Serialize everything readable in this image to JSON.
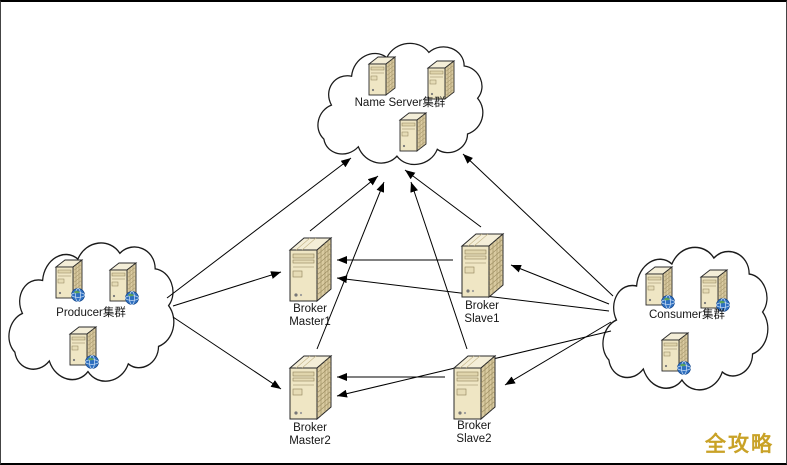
{
  "watermark": "全攻略",
  "clouds": {
    "name_server": {
      "label": "Name Server集群"
    },
    "producer": {
      "label": "Producer集群"
    },
    "consumer": {
      "label": "Consumer集群"
    }
  },
  "brokers": [
    {
      "id": "broker-master1",
      "line1": "Broker",
      "line2": "Master1"
    },
    {
      "id": "broker-slave1",
      "line1": "Broker",
      "line2": "Slave1"
    },
    {
      "id": "broker-master2",
      "line1": "Broker",
      "line2": "Master2"
    },
    {
      "id": "broker-slave2",
      "line1": "Broker",
      "line2": "Slave2"
    }
  ],
  "connections": [
    {
      "from": "producer-cluster",
      "to": "name-server-cluster"
    },
    {
      "from": "producer-cluster",
      "to": "broker-master1"
    },
    {
      "from": "producer-cluster",
      "to": "broker-master2"
    },
    {
      "from": "broker-master1",
      "to": "name-server-cluster"
    },
    {
      "from": "broker-slave1",
      "to": "name-server-cluster"
    },
    {
      "from": "broker-master2",
      "to": "name-server-cluster"
    },
    {
      "from": "broker-slave2",
      "to": "name-server-cluster"
    },
    {
      "from": "consumer-cluster",
      "to": "name-server-cluster"
    },
    {
      "from": "consumer-cluster",
      "to": "broker-slave1"
    },
    {
      "from": "consumer-cluster",
      "to": "broker-master1"
    },
    {
      "from": "consumer-cluster",
      "to": "broker-slave2"
    },
    {
      "from": "consumer-cluster",
      "to": "broker-master2"
    },
    {
      "from": "broker-slave1",
      "to": "broker-master1"
    },
    {
      "from": "broker-slave2",
      "to": "broker-master2"
    }
  ],
  "colors": {
    "background": "#ffffff",
    "outline": "#1a1a1a",
    "server_front": "#efe6c4",
    "server_side": "#d9caa0",
    "server_top": "#f4eed8",
    "globe_blue": "#2e6fc0",
    "globe_green": "#59a14f",
    "watermark_gold": "#c9a227"
  }
}
